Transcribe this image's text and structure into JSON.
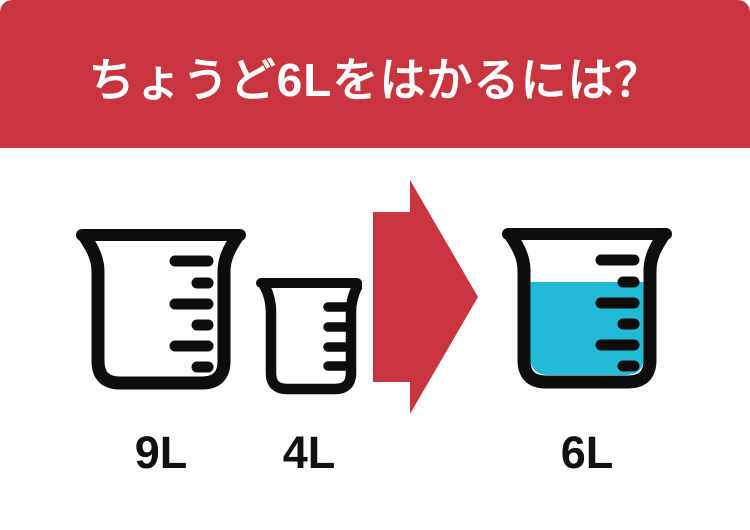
{
  "banner": {
    "title": "ちょうど6Lをはかるには？",
    "bg_color": "#C9353F",
    "text_color": "#FFFFFF"
  },
  "beakers": [
    {
      "id": "beaker-9l",
      "label": "9L",
      "capacity_liters": 9,
      "size": "large",
      "tick_count": 6,
      "fill": "empty"
    },
    {
      "id": "beaker-4l",
      "label": "4L",
      "capacity_liters": 4,
      "size": "small",
      "tick_count": 4,
      "fill": "empty"
    },
    {
      "id": "beaker-6l",
      "label": "6L",
      "capacity_liters": 6,
      "size": "large",
      "tick_count": 6,
      "fill": "liquid",
      "fill_level": "two-thirds"
    }
  ],
  "arrow": {
    "name": "right-arrow",
    "direction": "right",
    "color": "#C9353F"
  },
  "colors": {
    "red": "#C9353F",
    "liquid": "#23BAD8",
    "outline": "#0D0D0D",
    "label_text": "#111111",
    "background": "#FFFFFF"
  }
}
